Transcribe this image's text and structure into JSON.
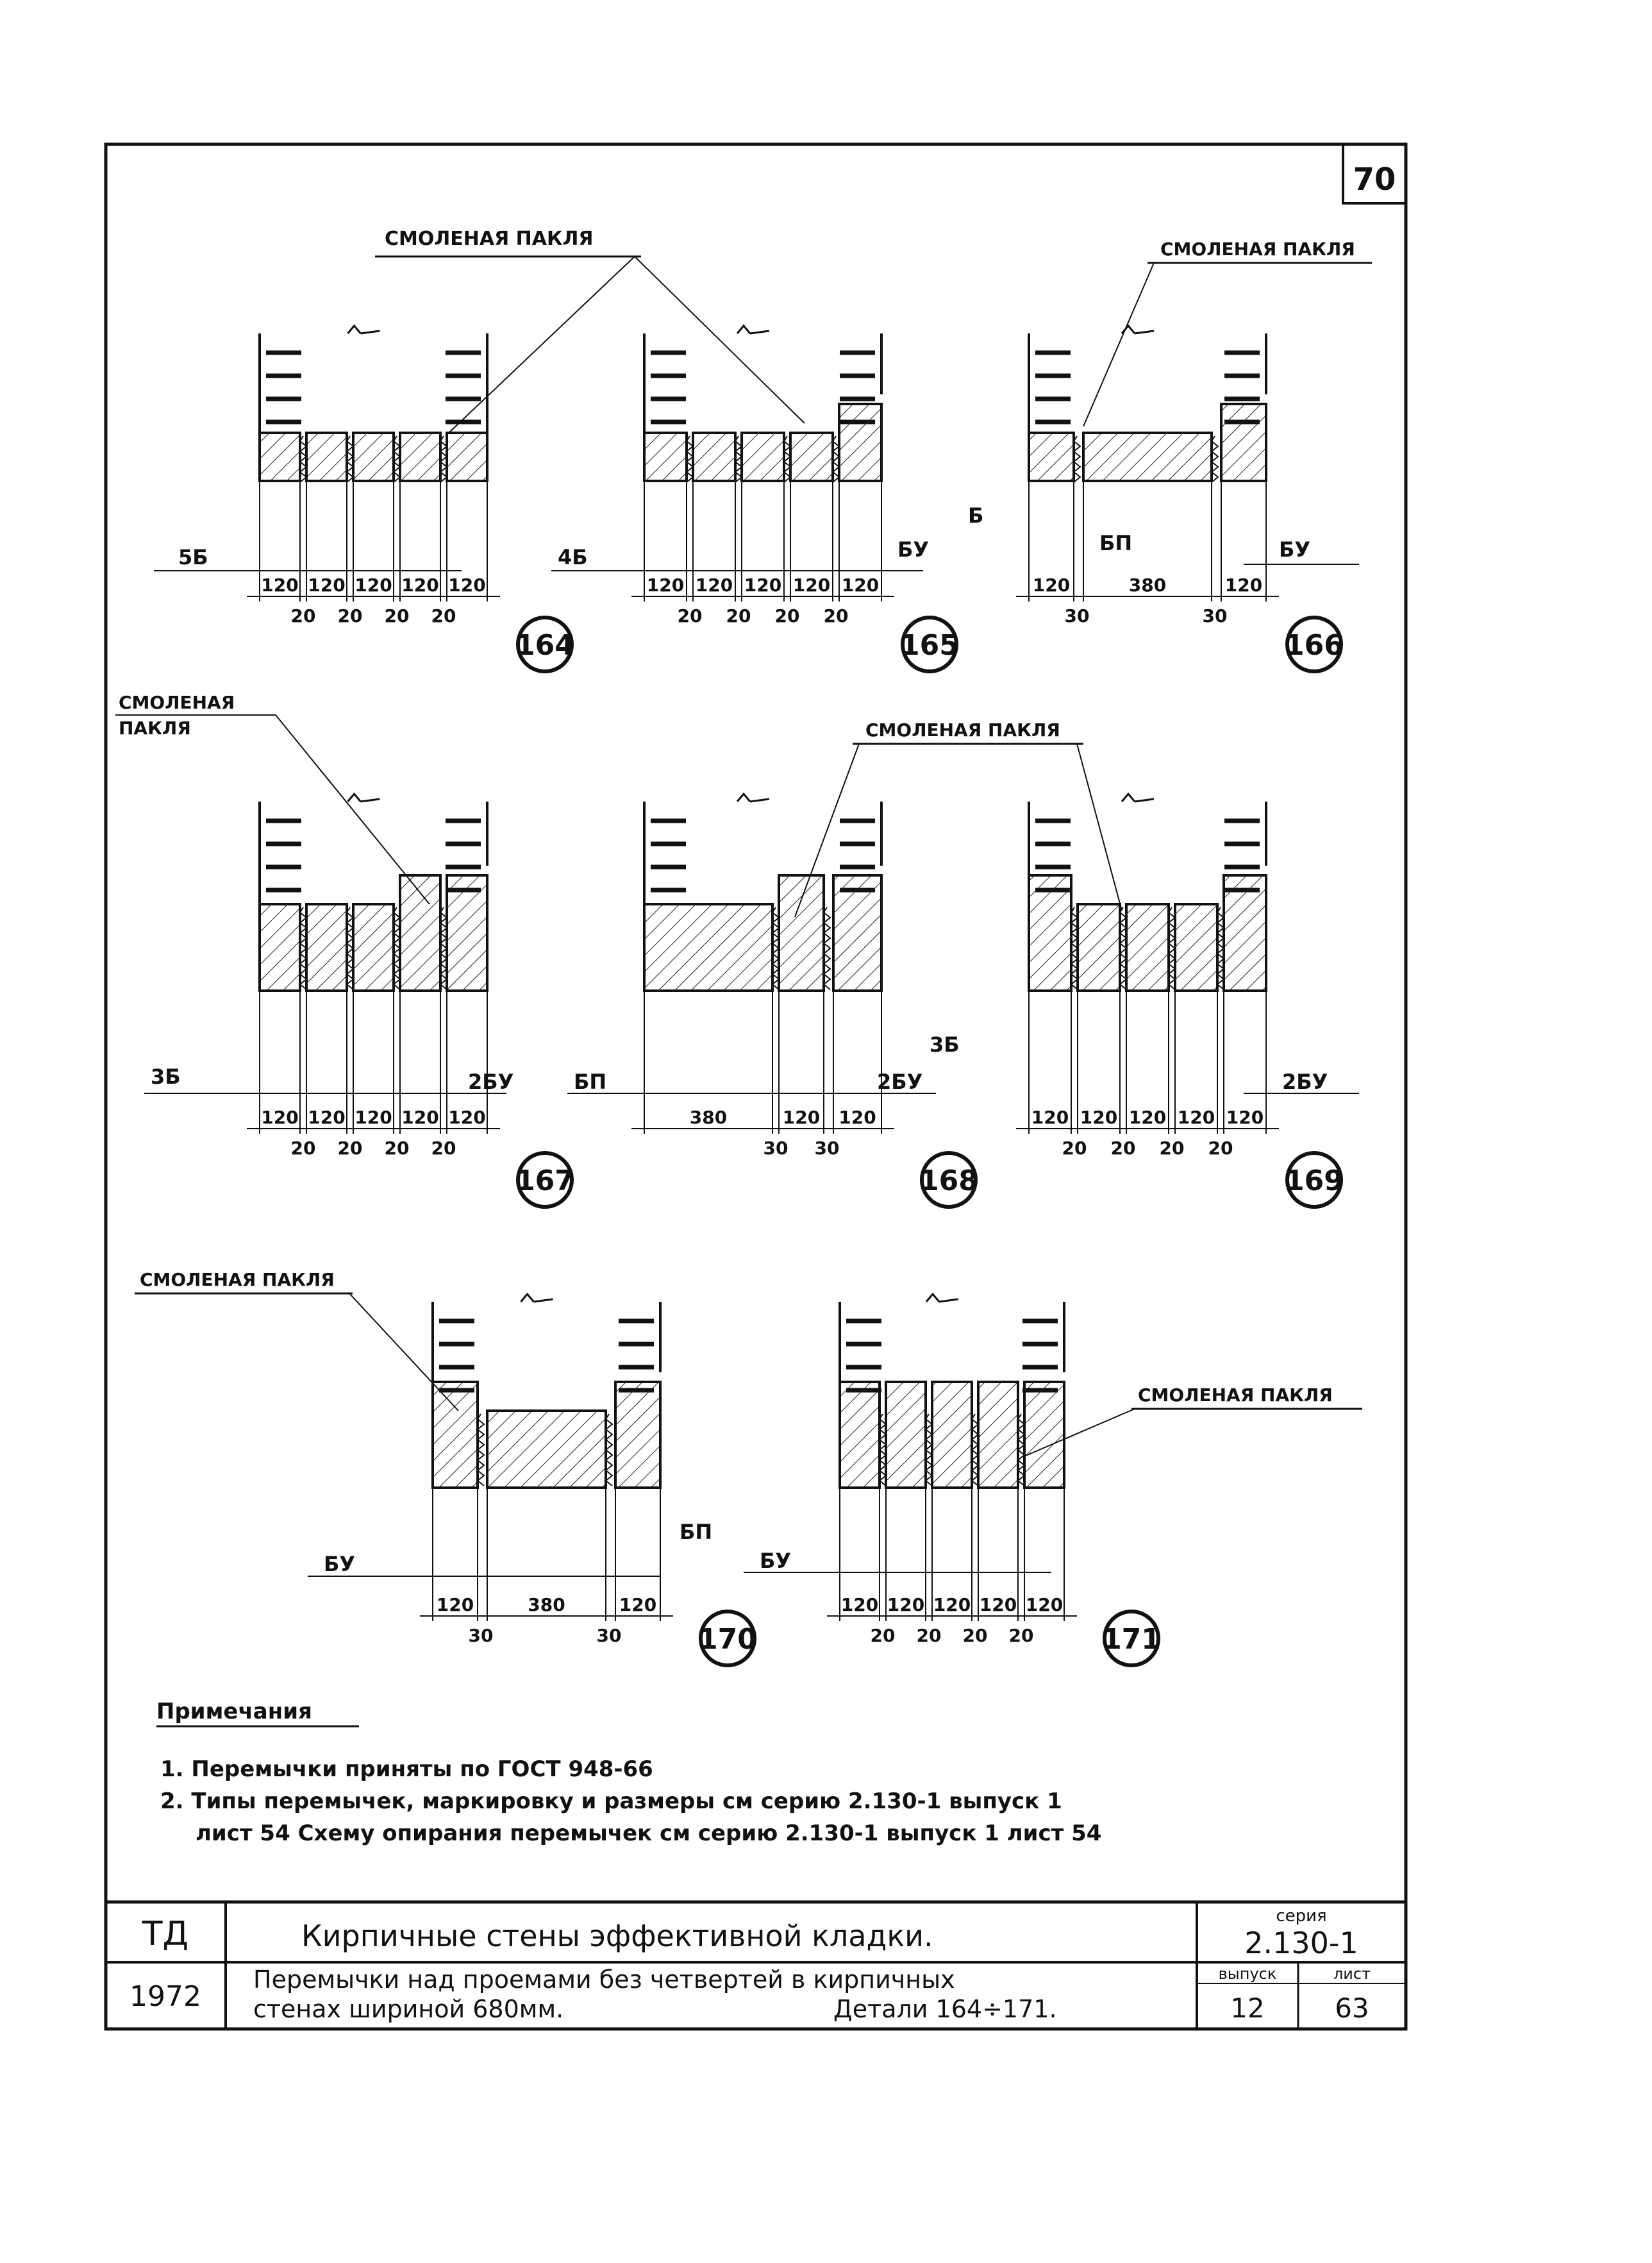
{
  "sheet": {
    "number": "70"
  },
  "material_label": "СМОЛЕНАЯ ПАКЛЯ",
  "material_label_split": [
    "СМОЛЕНАЯ",
    "ПАКЛЯ"
  ],
  "details": [
    {
      "id": "164",
      "labels": [
        "5Б"
      ],
      "dims_top": [
        "120",
        "120",
        "120",
        "120",
        "120"
      ],
      "dims_bottom": [
        "20",
        "20",
        "20",
        "20"
      ]
    },
    {
      "id": "165",
      "labels": [
        "4Б",
        "БУ"
      ],
      "dims_top": [
        "120",
        "120",
        "120",
        "120",
        "120"
      ],
      "dims_bottom": [
        "20",
        "20",
        "20",
        "20"
      ]
    },
    {
      "id": "166",
      "labels": [
        "Б",
        "БП",
        "БУ"
      ],
      "dims_top": [
        "120",
        "380",
        "120"
      ],
      "dims_bottom": [
        "30",
        "30"
      ]
    },
    {
      "id": "167",
      "labels": [
        "3Б",
        "2БУ"
      ],
      "dims_top": [
        "120",
        "120",
        "120",
        "120",
        "120"
      ],
      "dims_bottom": [
        "20",
        "20",
        "20",
        "20"
      ]
    },
    {
      "id": "168",
      "labels": [
        "БП",
        "2БУ"
      ],
      "dims_top": [
        "380",
        "120",
        "120"
      ],
      "dims_bottom": [
        "30",
        "30"
      ]
    },
    {
      "id": "169",
      "labels": [
        "3Б",
        "2БУ"
      ],
      "dims_top": [
        "120",
        "120",
        "120",
        "120",
        "120"
      ],
      "dims_bottom": [
        "20",
        "20",
        "20",
        "20"
      ]
    },
    {
      "id": "170",
      "labels": [
        "БУ",
        "БП"
      ],
      "dims_top": [
        "120",
        "380",
        "120"
      ],
      "dims_bottom": [
        "30",
        "30"
      ]
    },
    {
      "id": "171",
      "labels": [
        "БУ"
      ],
      "dims_top": [
        "120",
        "120",
        "120",
        "120",
        "120"
      ],
      "dims_bottom": [
        "20",
        "20",
        "20",
        "20"
      ]
    }
  ],
  "notes": {
    "heading": "Примечания",
    "items": [
      "1. Перемычки приняты по ГОСТ 948-66",
      "2. Типы перемычек, маркировку и размеры см серию 2.130-1 выпуск 1",
      "лист 54 Схему опирания перемычек см серию 2.130-1 выпуск 1 лист 54"
    ]
  },
  "title_block": {
    "org": "ТД",
    "year": "1972",
    "title": "Кирпичные стены эффективной кладки.",
    "subtitle_1": "Перемычки над проемами без четвертей в кирпичных",
    "subtitle_2": "стенах шириной 680мм.",
    "subtitle_details": "Детали 164÷171.",
    "series_label": "серия",
    "series_value": "2.130-1",
    "issue_label": "выпуск",
    "issue_value": "12",
    "sheet_label": "лист",
    "sheet_value": "63"
  }
}
